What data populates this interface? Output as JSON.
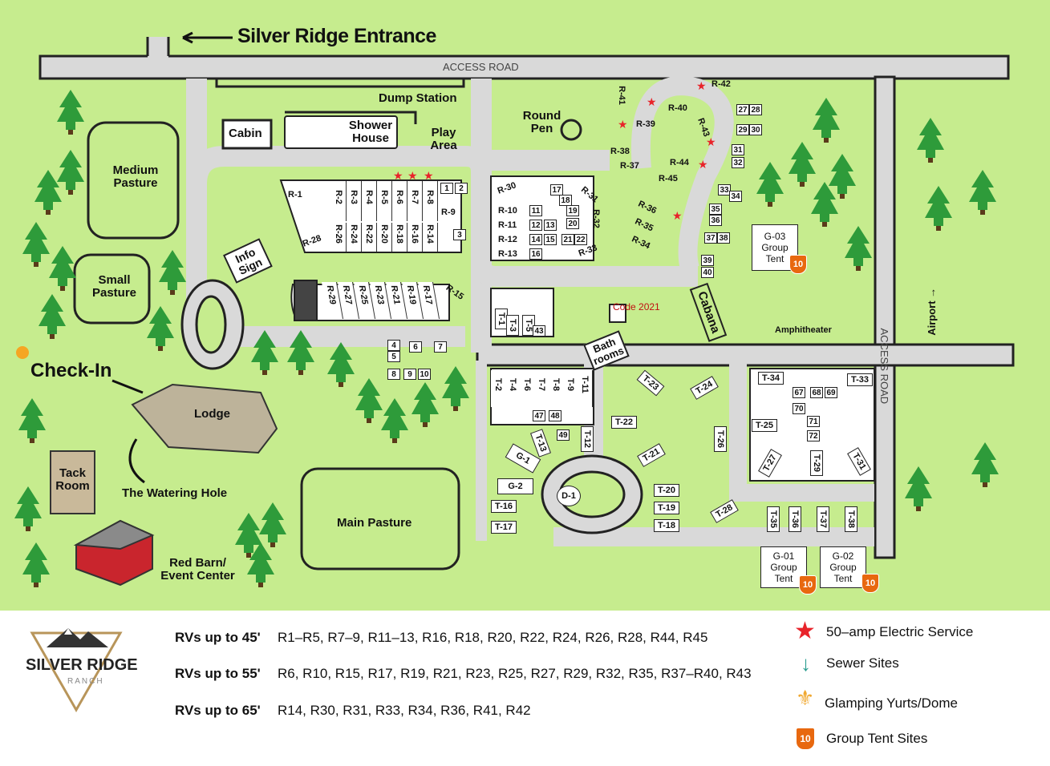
{
  "map": {
    "entrance_label": "Silver Ridge Entrance",
    "road_top": "ACCESS ROAD",
    "road_right": "ACCESS ROAD",
    "airport": "Airport →",
    "dump_station": "Dump Station",
    "cabin": "Cabin",
    "shower_house": "Shower House",
    "play_area": "Play Area",
    "medium_pasture": "Medium Pasture",
    "small_pasture": "Small Pasture",
    "main_pasture": "Main Pasture",
    "round_pen": "Round Pen",
    "info_sign": "Info Sign",
    "check_in": "Check-In",
    "lodge": "Lodge",
    "watering_hole": "The Watering Hole",
    "tack_room": "Tack Room",
    "red_barn": "Red Barn/ Event Center",
    "code": "Code 2021",
    "bathrooms": "Bath rooms",
    "cabana": "Cabana",
    "amphitheater": "Amphitheater",
    "g03": "G-03 Group Tent",
    "g01": "G-01 Group Tent",
    "g02": "G-02 Group Tent",
    "badge": "10",
    "dome": "D-1",
    "g1": "G-1",
    "g2": "G-2",
    "r_block1": [
      "R-2",
      "R-3",
      "R-4",
      "R-5",
      "R-6",
      "R-7",
      "R-8"
    ],
    "r_block1b": [
      "R-26",
      "R-24",
      "R-22",
      "R-20",
      "R-18",
      "R-16",
      "R-14"
    ],
    "r_block2": [
      "R-29",
      "R-27",
      "R-25",
      "R-23",
      "R-21",
      "R-19",
      "R-17"
    ],
    "r_misc": {
      "r1": "R-1",
      "r28": "R-28",
      "r9": "R-9",
      "r15": "R-15",
      "r30": "R-30",
      "r31": "R-31",
      "r32": "R-32",
      "r33": "R-33",
      "r10": "R-10",
      "r11": "R-11",
      "r12": "R-12",
      "r13": "R-13",
      "r34": "R-34",
      "r35": "R-35",
      "r36": "R-36",
      "r37": "R-37",
      "r38": "R-38",
      "r39": "R-39",
      "r40": "R-40",
      "r41": "R-41",
      "r42": "R-42",
      "r43": "R-43",
      "r44": "R-44",
      "r45": "R-45"
    },
    "t_block": [
      "T-2",
      "T-4",
      "T-6",
      "T-7",
      "T-8",
      "T-9",
      "T-11"
    ],
    "t_misc": {
      "t1": "T-1",
      "t3": "T-3",
      "t5": "T-5",
      "t12": "T-12",
      "t13": "T-13",
      "t16": "T-16",
      "t17": "T-17",
      "t18": "T-18",
      "t19": "T-19",
      "t20": "T-20",
      "t21": "T-21",
      "t22": "T-22",
      "t23": "T-23",
      "t24": "T-24",
      "t25": "T-25",
      "t26": "T-26",
      "t27": "T-27",
      "t28": "T-28",
      "t29": "T-29",
      "t31": "T-31",
      "t33": "T-33",
      "t34": "T-34",
      "t35": "T-35",
      "t36": "T-36",
      "t37": "T-37",
      "t38": "T-38"
    },
    "small_numbers": [
      "1",
      "2",
      "3",
      "4",
      "5",
      "6",
      "7",
      "8",
      "9",
      "10",
      "11",
      "12",
      "13",
      "14",
      "15",
      "16",
      "17",
      "18",
      "19",
      "20",
      "21",
      "22",
      "27",
      "28",
      "29",
      "30",
      "31",
      "32",
      "33",
      "34",
      "35",
      "36",
      "37",
      "38",
      "39",
      "40",
      "43",
      "47",
      "48",
      "49",
      "67",
      "68",
      "69",
      "70",
      "71",
      "72"
    ]
  },
  "legend": {
    "logo_name": "SILVER RIDGE",
    "logo_sub": "RANCH",
    "rows": [
      {
        "key": "RVs up to 45'",
        "value": "R1–R5, R7–9, R11–13, R16, R18, R20, R22, R24, R26, R28, R44, R45"
      },
      {
        "key": "RVs up to 55'",
        "value": "R6, R10, R15, R17, R19, R21, R23, R25, R27, R29, R32, R35, R37–R40, R43"
      },
      {
        "key": "RVs up to 65'",
        "value": "R14, R30, R31, R33, R34, R36, R41, R42"
      }
    ],
    "items": [
      {
        "icon": "star-icon",
        "label": "50–amp Electric Service"
      },
      {
        "icon": "sewer-arrow-icon",
        "label": "Sewer Sites"
      },
      {
        "icon": "yurt-icon",
        "label": "Glamping Yurts/Dome"
      },
      {
        "icon": "group-tent-badge-icon",
        "label": "Group Tent Sites"
      }
    ]
  },
  "colors": {
    "grass": "#c6ec8e",
    "road": "#d8d8d8",
    "star": "#e8232a",
    "sewer": "#2a9d8f",
    "badge": "#e8680f",
    "tree": "#2e9b3a"
  }
}
